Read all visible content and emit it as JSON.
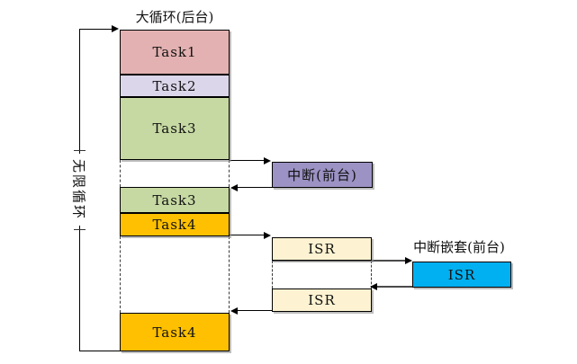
{
  "background": {
    "title": "大循环(后台)",
    "segments": [
      {
        "id": "task1",
        "label": "Task1",
        "color": "#e3b1b1"
      },
      {
        "id": "task2",
        "label": "Task2",
        "color": "#dcd6ea"
      },
      {
        "id": "task3",
        "label": "Task3",
        "color": "#c7d9a3"
      },
      {
        "id": "task3b",
        "label": "Task3",
        "color": "#c7d9a3"
      },
      {
        "id": "task4",
        "label": "Task4",
        "color": "#fec000"
      },
      {
        "id": "task4b",
        "label": "Task4",
        "color": "#fec000"
      }
    ]
  },
  "loop": {
    "label": "无限循环"
  },
  "foreground": {
    "interrupt": {
      "label": "中断(前台)",
      "color": "#9c92c4"
    },
    "isr_first": {
      "label": "ISR",
      "color": "#fdf3d2"
    },
    "isr_second": {
      "label": "ISR",
      "color": "#fdf3d2"
    },
    "nested_title": "中断嵌套(前台)",
    "nested_isr": {
      "label": "ISR",
      "color": "#00b0f0"
    }
  }
}
